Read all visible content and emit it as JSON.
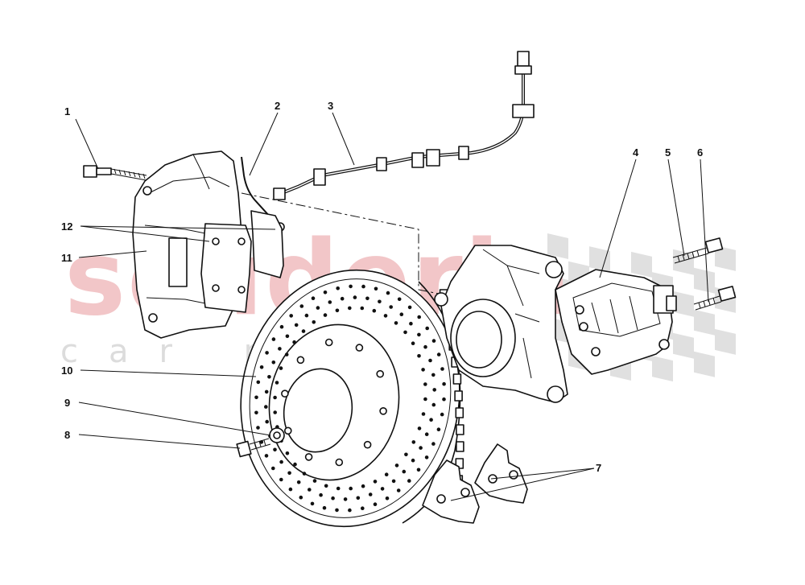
{
  "watermark": {
    "brand": "scuderia",
    "subtitle": "car parts",
    "brand_color": "#f2c6c8",
    "flag_color": "#e0e0e0"
  },
  "callouts": [
    {
      "id": "1",
      "label": "1"
    },
    {
      "id": "2",
      "label": "2"
    },
    {
      "id": "3",
      "label": "3"
    },
    {
      "id": "4",
      "label": "4"
    },
    {
      "id": "5",
      "label": "5"
    },
    {
      "id": "6",
      "label": "6"
    },
    {
      "id": "7",
      "label": "7"
    },
    {
      "id": "8",
      "label": "8"
    },
    {
      "id": "9",
      "label": "9"
    },
    {
      "id": "10",
      "label": "10"
    },
    {
      "id": "11",
      "label": "11"
    },
    {
      "id": "12",
      "label": "12"
    }
  ]
}
